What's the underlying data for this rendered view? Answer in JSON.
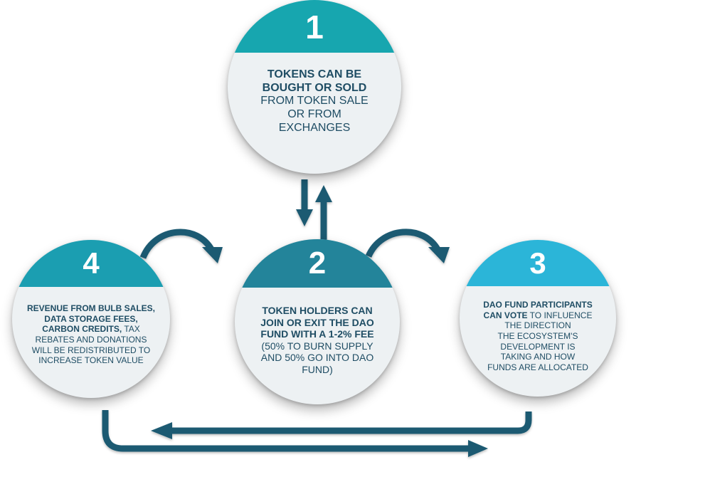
{
  "colors": {
    "arrow": "#1b5a72",
    "step1": "#17a6af",
    "step2": "#23849a",
    "step3": "#2bb5d8",
    "step4": "#1b9eb1",
    "text": "#1f4d64",
    "circle_fill": "#edf1f3"
  },
  "steps": [
    {
      "number": "1",
      "bold_lines": [
        "TOKENS CAN BE",
        "BOUGHT OR SOLD"
      ],
      "lines": [
        "FROM TOKEN SALE",
        "OR FROM",
        "EXCHANGES"
      ]
    },
    {
      "number": "2",
      "bold_lines": [
        "TOKEN HOLDERS CAN",
        "JOIN OR EXIT THE DAO",
        "FUND WITH A 1-2% FEE"
      ],
      "lines": [
        "(50% TO BURN SUPPLY",
        "AND 50% GO INTO DAO",
        "FUND)"
      ]
    },
    {
      "number": "3",
      "line1_bold": "DAO FUND PARTICIPANTS",
      "line2_bold": "CAN VOTE",
      "line2_rest": " TO INFLUENCE",
      "lines": [
        "THE DIRECTION",
        "THE ECOSYSTEM'S",
        "DEVELOPMENT IS",
        "TAKING AND HOW",
        "FUNDS ARE ALLOCATED"
      ]
    },
    {
      "number": "4",
      "line1_bold": "REVENUE FROM BULB SALES,",
      "line2_bold": "DATA STORAGE FEES,",
      "line3_bold": "CARBON CREDITS,",
      "line3_rest": " TAX",
      "lines": [
        "REBATES AND DONATIONS",
        "WILL BE REDISTRIBUTED TO",
        "INCREASE TOKEN VALUE"
      ]
    }
  ]
}
